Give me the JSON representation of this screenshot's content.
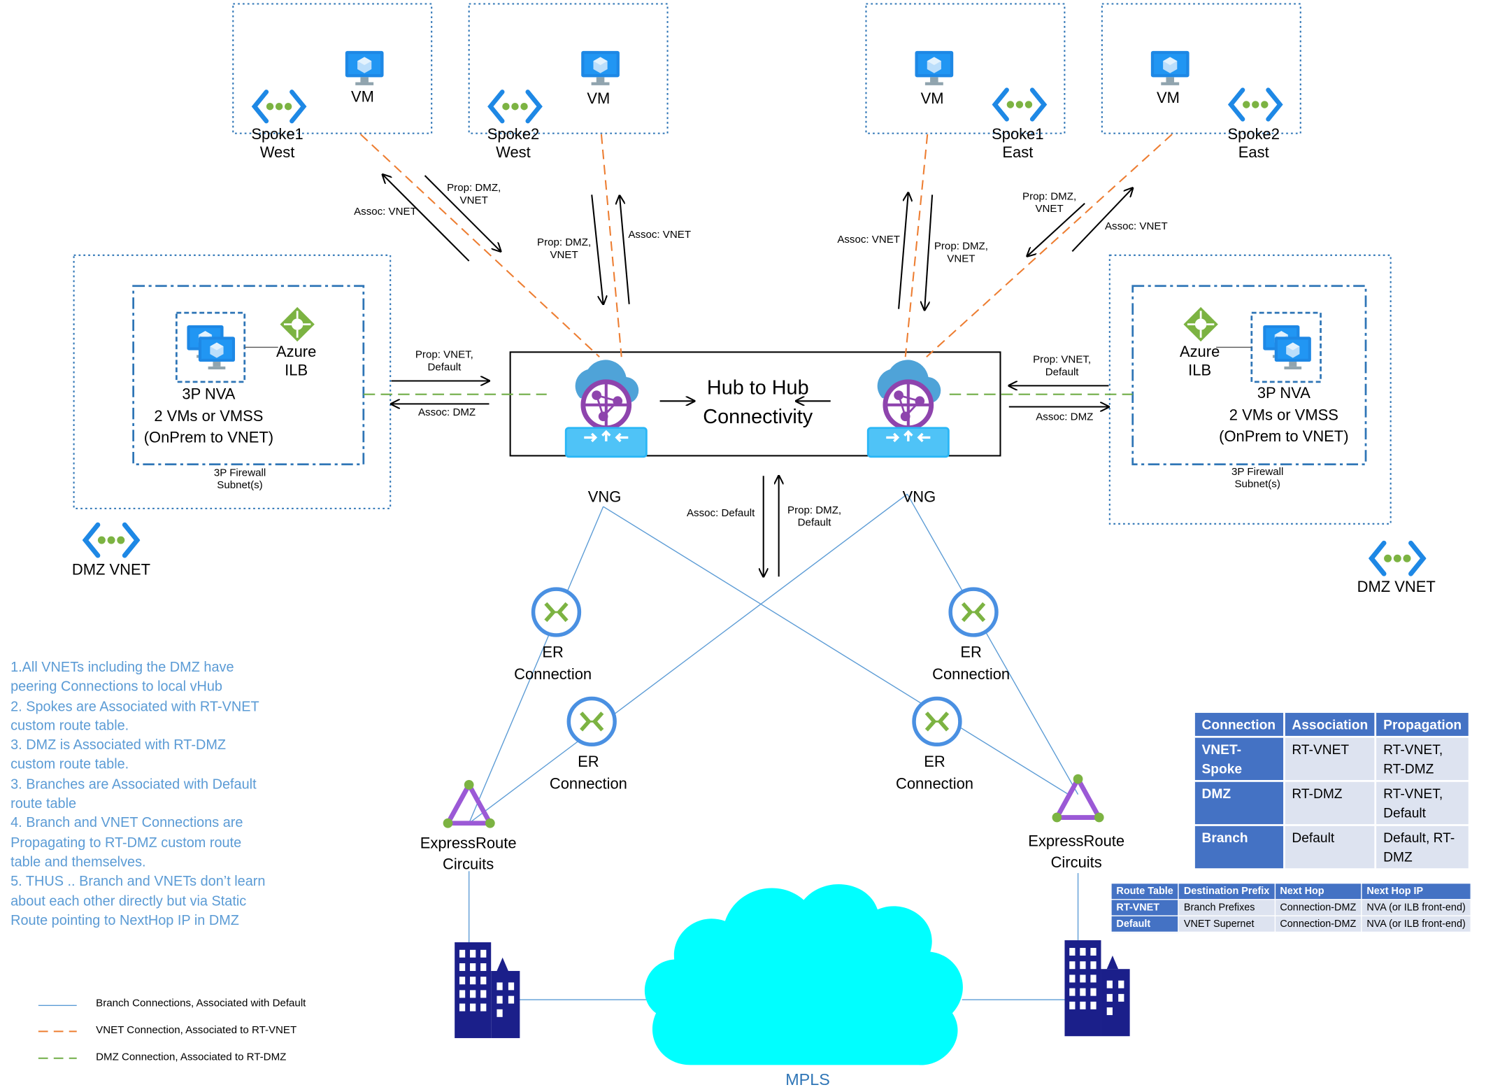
{
  "spokes": [
    {
      "name": "Spoke1\nWest",
      "vm": "VM"
    },
    {
      "name": "Spoke2\nWest",
      "vm": "VM"
    },
    {
      "name": "Spoke1\nEast",
      "vm": "VM"
    },
    {
      "name": "Spoke2\nEast",
      "vm": "VM"
    }
  ],
  "dmz": {
    "west": {
      "ilb": "Azure\nILB",
      "nva": "3P NVA\n2 VMs or VMSS\n(OnPrem to VNET)",
      "subnet": "3P Firewall\nSubnet(s)",
      "vnet": "DMZ VNET"
    },
    "east": {
      "ilb": "Azure\nILB",
      "nva": "3P NVA\n2 VMs or VMSS\n(OnPrem to VNET)",
      "subnet": "3P Firewall\nSubnet(s)",
      "vnet": "DMZ VNET"
    }
  },
  "hub": {
    "label": "Hub to Hub\nConnectivity",
    "vng_left": "VNG",
    "vng_right": "VNG"
  },
  "arrow_labels": {
    "s1w_assoc": "Assoc: VNET",
    "s1w_prop": "Prop: DMZ,\nVNET",
    "s2w_prop": "Prop: DMZ,\nVNET",
    "s2w_assoc": "Assoc: VNET",
    "s1e_assoc": "Assoc: VNET",
    "s1e_prop": "Prop: DMZ,\nVNET",
    "s2e_prop": "Prop: DMZ,\nVNET",
    "s2e_assoc": "Assoc: VNET",
    "dmzw_prop": "Prop: VNET,\nDefault",
    "dmzw_assoc": "Assoc: DMZ",
    "dmze_prop": "Prop: VNET,\nDefault",
    "dmze_assoc": "Assoc: DMZ",
    "branch_assoc": "Assoc: Default",
    "branch_prop": "Prop: DMZ,\nDefault"
  },
  "er_connections": [
    "ER\nConnection",
    "ER\nConnection",
    "ER\nConnection",
    "ER\nConnection"
  ],
  "expressroute": {
    "left": "ExpressRoute\nCircuits",
    "right": "ExpressRoute\nCircuits"
  },
  "mpls": "MPLS",
  "notes": [
    "1.All VNETs including the DMZ have peering Connections to local vHub",
    "2. Spokes are Associated with RT-VNET custom route table.",
    "3. DMZ is Associated with RT-DMZ custom route table.",
    "3. Branches are Associated with Default route table",
    "4. Branch and VNET Connections are Propagating to RT-DMZ custom route table and themselves.",
    "5. THUS .. Branch and VNETs don’t learn about each other directly but via Static Route pointing to NextHop IP in DMZ"
  ],
  "legend": [
    {
      "text": "Branch Connections, Associated with Default",
      "color": "#5b9bd5",
      "style": "solid"
    },
    {
      "text": "VNET Connection, Associated to RT-VNET",
      "color": "#ed7d31",
      "style": "dashed"
    },
    {
      "text": "DMZ  Connection, Associated to RT-DMZ",
      "color": "#70ad47",
      "style": "dashed"
    }
  ],
  "table1": {
    "headers": [
      "Connection",
      "Association",
      "Propagation"
    ],
    "rows": [
      [
        "VNET-Spoke",
        "RT-VNET",
        "RT-VNET,\nRT-DMZ"
      ],
      [
        "DMZ",
        "RT-DMZ",
        "RT-VNET,\nDefault"
      ],
      [
        "Branch",
        "Default",
        "Default, RT-\nDMZ"
      ]
    ]
  },
  "table2": {
    "headers": [
      "Route Table",
      "Destination Prefix",
      "Next Hop",
      "Next Hop IP"
    ],
    "rows": [
      [
        "RT-VNET",
        "Branch Prefixes",
        "Connection-DMZ",
        "NVA (or ILB front-end)"
      ],
      [
        "Default",
        "VNET Supernet",
        "Connection-DMZ",
        "NVA (or ILB front-end)"
      ]
    ]
  },
  "colors": {
    "vnet_line": "#ed7d31",
    "dmz_line": "#70ad47",
    "branch_line": "#5b9bd5",
    "table_header": "#4472c4",
    "cloud": "#00ffff",
    "building": "#1b1f8a"
  }
}
